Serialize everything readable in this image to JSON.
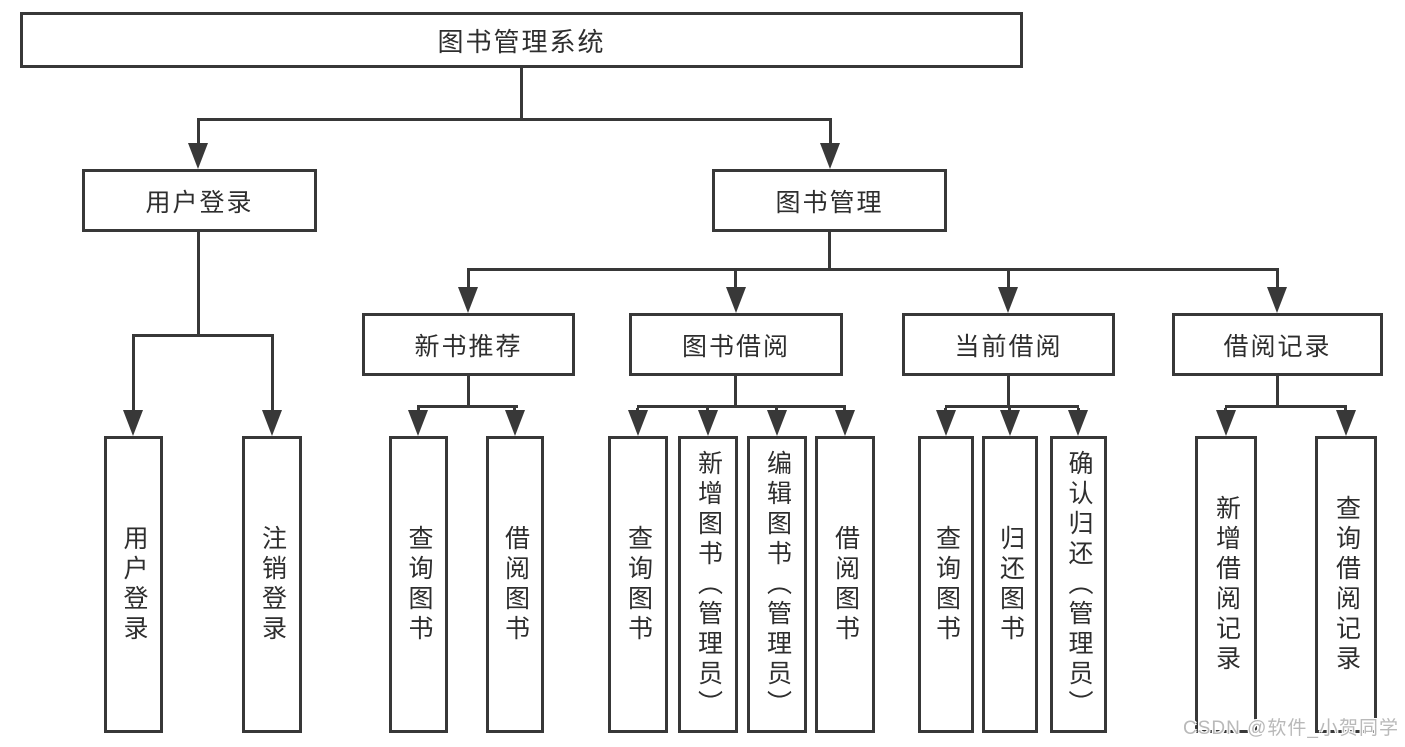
{
  "tree": {
    "root": {
      "label": "图书管理系统"
    },
    "branches": [
      {
        "label": "用户登录",
        "children": [
          {
            "label": "用户登录"
          },
          {
            "label": "注销登录"
          }
        ]
      },
      {
        "label": "图书管理",
        "children": [
          {
            "label": "新书推荐",
            "children": [
              {
                "label": "查询图书"
              },
              {
                "label": "借阅图书"
              }
            ]
          },
          {
            "label": "图书借阅",
            "children": [
              {
                "label": "查询图书"
              },
              {
                "label": "新增图书（管理员）"
              },
              {
                "label": "编辑图书（管理员）"
              },
              {
                "label": "借阅图书"
              }
            ]
          },
          {
            "label": "当前借阅",
            "children": [
              {
                "label": "查询图书"
              },
              {
                "label": "归还图书"
              },
              {
                "label": "确认归还（管理员）"
              }
            ]
          },
          {
            "label": "借阅记录",
            "children": [
              {
                "label": "新增借阅记录"
              },
              {
                "label": "查询借阅记录"
              }
            ]
          }
        ]
      }
    ]
  },
  "watermark": {
    "text": "CSDN @软件_小贺同学"
  },
  "colors": {
    "line": "#383838",
    "text": "#2e2e2e",
    "background": "#ffffff",
    "watermark": "#b9b9b9"
  }
}
